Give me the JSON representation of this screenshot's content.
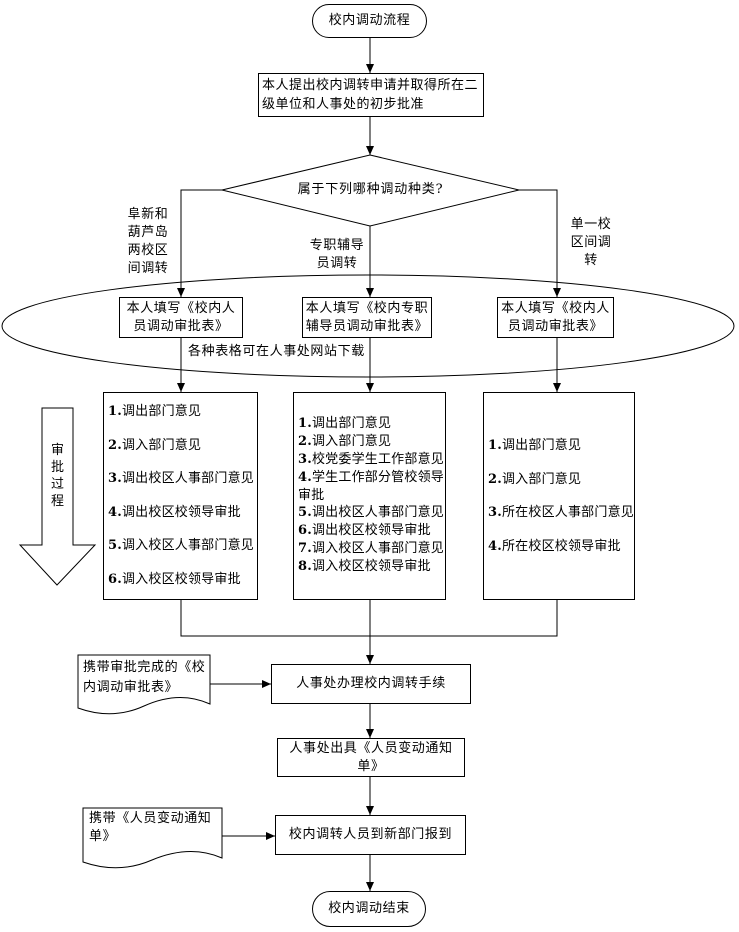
{
  "start": {
    "label": "校内调动流程"
  },
  "step_apply": {
    "lines": [
      "本人提出校内调转申请并取得所在二",
      "级单位和人事处的初步批准"
    ]
  },
  "decision": {
    "label": "属于下列哪种调动种类?"
  },
  "branches": {
    "left": {
      "lines": [
        "阜新和",
        "葫芦岛",
        "两校区",
        "间调转"
      ]
    },
    "middle": {
      "lines": [
        "专职辅导",
        "员调转"
      ]
    },
    "right": {
      "lines": [
        "单一校",
        "区间调",
        "转"
      ]
    }
  },
  "forms": {
    "left": {
      "lines": [
        "本人填写《校内人",
        "员调动审批表》"
      ]
    },
    "middle": {
      "lines": [
        "本人填写《校内专职",
        "辅导员调动审批表》"
      ]
    },
    "right": {
      "lines": [
        "本人填写《校内人",
        "员调动审批表》"
      ]
    },
    "download_note": "各种表格可在人事处网站下载"
  },
  "process_arrow": {
    "chars": [
      "审",
      "批",
      "过",
      "程"
    ]
  },
  "approvals": {
    "left": [
      {
        "num": "1.",
        "text": "调出部门意见"
      },
      {
        "num": "2.",
        "text": "调入部门意见"
      },
      {
        "num": "3.",
        "text": "调出校区人事部门意见"
      },
      {
        "num": "4.",
        "text": "调出校区校领导审批"
      },
      {
        "num": "5.",
        "text": "调入校区人事部门意见"
      },
      {
        "num": "6.",
        "text": "调入校区校领导审批"
      }
    ],
    "middle": [
      {
        "num": "1.",
        "text": "调出部门意见"
      },
      {
        "num": "2.",
        "text": "调入部门意见"
      },
      {
        "num": "3.",
        "text": "校党委学生工作部意见"
      },
      {
        "num": "4.",
        "text": "学生工作部分管校领导"
      },
      {
        "num": "",
        "text": "审批"
      },
      {
        "num": "5.",
        "text": "调出校区人事部门意见"
      },
      {
        "num": "6.",
        "text": "调出校区校领导审批"
      },
      {
        "num": "7.",
        "text": "调入校区人事部门意见"
      },
      {
        "num": "8.",
        "text": "调入校区校领导审批"
      }
    ],
    "right": [
      {
        "num": "1.",
        "text": "调出部门意见"
      },
      {
        "num": "2.",
        "text": "调入部门意见"
      },
      {
        "num": "3.",
        "text": "所在校区人事部门意见"
      },
      {
        "num": "4.",
        "text": "所在校区校领导审批"
      }
    ]
  },
  "handle": {
    "label": "人事处办理校内调转手续"
  },
  "carry_form": {
    "lines": [
      "携带审批完成的《校",
      "内调动审批表》"
    ]
  },
  "issue_notice": {
    "lines": [
      "人事处出具《人员变动通知",
      "单》"
    ]
  },
  "report": {
    "label": "校内调转人员到新部门报到"
  },
  "carry_notice": {
    "lines": [
      "携带《人员变动通知",
      "单》"
    ]
  },
  "end": {
    "label": "校内调动结束"
  }
}
